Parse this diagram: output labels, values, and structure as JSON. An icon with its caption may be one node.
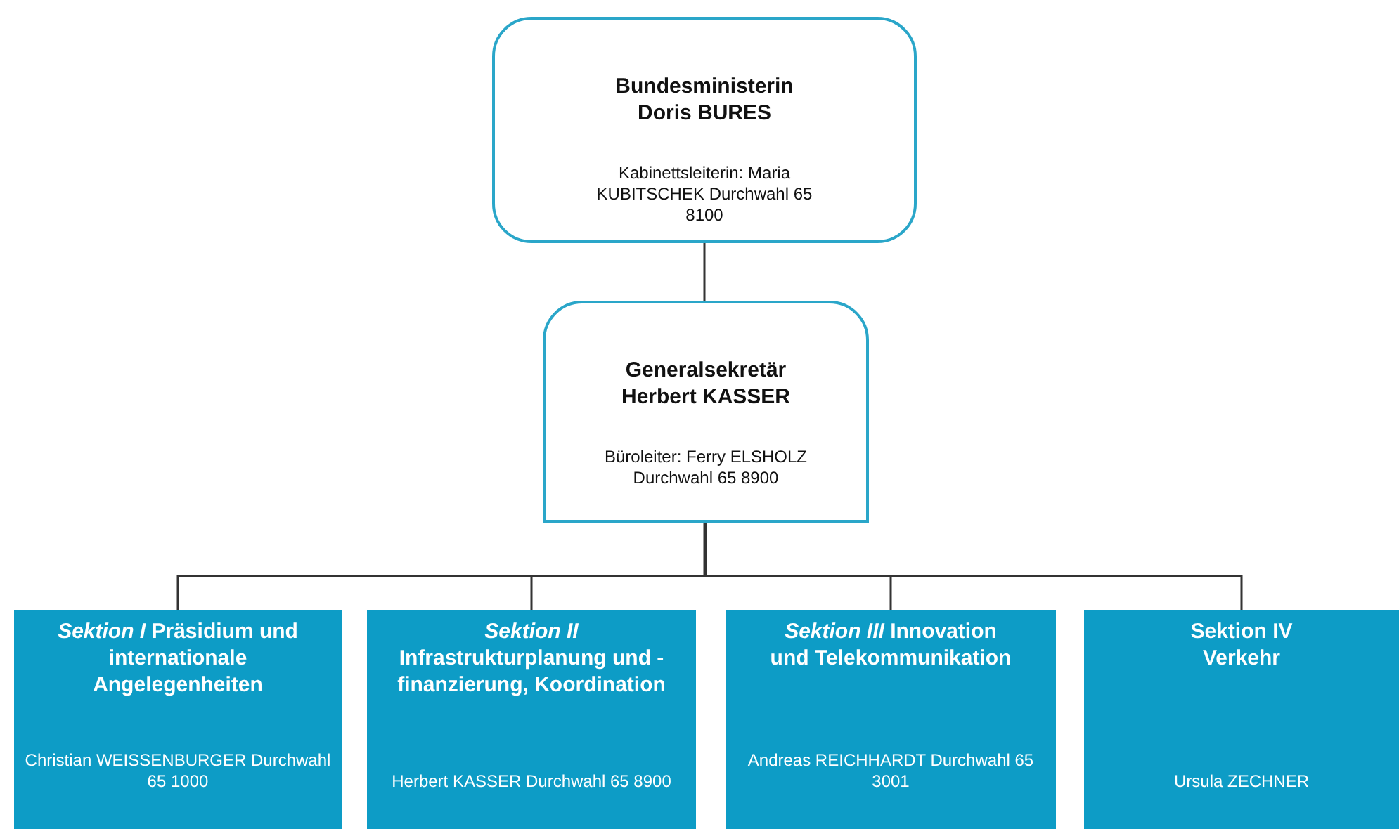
{
  "diagram": {
    "nodes": [
      {
        "text": [
          "Bundesministerin Doris BURES",
          "Kabinettsleiterin: Maria KUBITSCHEK Durchwahl 65 8100"
        ]
      },
      {
        "text": [
          "Generalsekretär Herbert KASSER",
          "Büroleiter: Ferry ELSHOLZ Durchwahl 65 8900"
        ]
      },
      {
        "text": [
          "*Sektion I* Präsidium und internationale Angelegenheiten",
          "Christian WEISSENBURGER Durchwahl 65 1000"
        ]
      },
      {
        "text": [
          "*Sektion II* Infrastrukturplanung und -finanzierung, Koordination",
          "Herbert KASSER Durchwahl 65 8900"
        ]
      },
      {
        "text": [
          "*Sektion III* Innovation und Telekommunikation",
          "Andreas REICHHARDT Durchwahl 65 3001"
        ]
      },
      {
        "text": [
          "Sektion IV",
          "Verkehr",
          "Ursula ZECHNER"
        ]
      }
    ],
    "edges": [
      {
        "from": 0,
        "to": 1,
        "arrow": "none"
      },
      {
        "from": 1,
        "to": 2,
        "arrow": "none"
      },
      {
        "from": 1,
        "to": 3,
        "arrow": "none"
      },
      {
        "from": 1,
        "to": 4,
        "arrow": "none"
      },
      {
        "from": 1,
        "to": 5,
        "arrow": "none"
      }
    ]
  }
}
